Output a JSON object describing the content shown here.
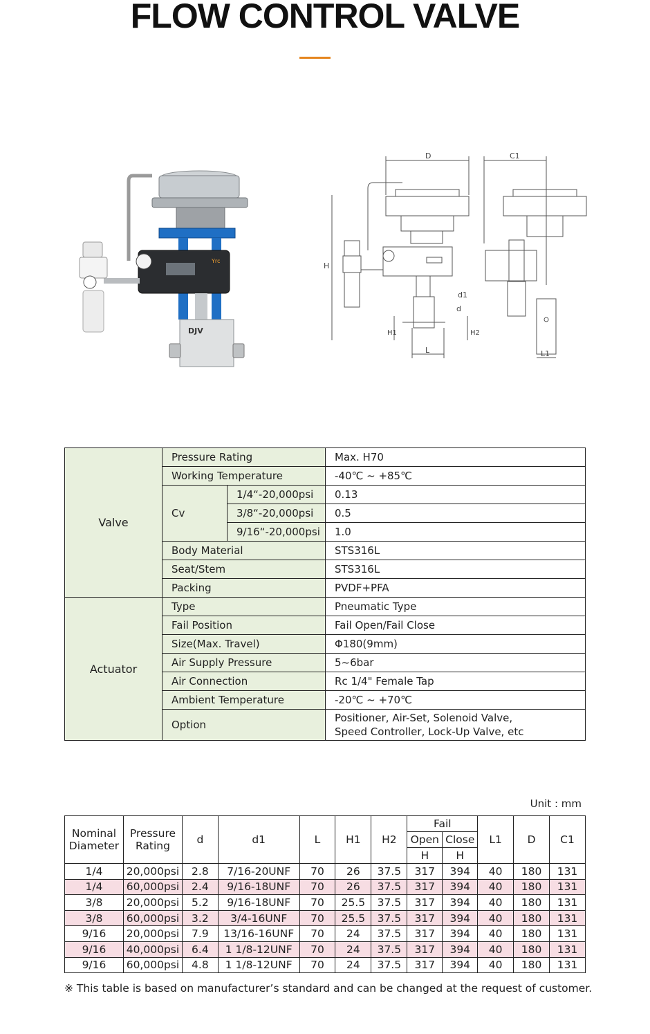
{
  "page": {
    "title": "FLOW CONTROL VALVE",
    "accent_color": "#e5851e",
    "photo_labels": {
      "brand": "DJV",
      "positioner_brand": "Yrc"
    },
    "drawing_labels": {
      "d": "D",
      "c1": "C1",
      "h": "H",
      "d1": "d1",
      "small_d": "d",
      "h1": "H1",
      "h2": "H2",
      "l": "L",
      "l1": "L1"
    }
  },
  "spec": {
    "groups": [
      {
        "name": "Valve",
        "rows": [
          {
            "label": "Pressure Rating",
            "value": "Max. H70"
          },
          {
            "label": "Working Temperature",
            "value": "-40℃ ~ +85℃"
          },
          {
            "label": "Cv",
            "subrows": [
              {
                "label": "1/4“-20,000psi",
                "value": "0.13"
              },
              {
                "label": "3/8“-20,000psi",
                "value": "0.5"
              },
              {
                "label": "9/16“-20,000psi",
                "value": "1.0"
              }
            ]
          },
          {
            "label": "Body Material",
            "value": "STS316L"
          },
          {
            "label": "Seat/Stem",
            "value": "STS316L"
          },
          {
            "label": "Packing",
            "value": "PVDF+PFA"
          }
        ]
      },
      {
        "name": "Actuator",
        "rows": [
          {
            "label": "Type",
            "value": "Pneumatic Type"
          },
          {
            "label": "Fail Position",
            "value": "Fail Open/Fail Close"
          },
          {
            "label": "Size(Max. Travel)",
            "value": "Φ180(9mm)"
          },
          {
            "label": "Air Supply Pressure",
            "value": "5~6bar"
          },
          {
            "label": "Air Connection",
            "value": "Rc 1/4\" Female Tap"
          },
          {
            "label": "Ambient Temperature",
            "value": "-20℃ ~ +70℃"
          },
          {
            "label": "Option",
            "value_lines": [
              "Positioner, Air-Set, Solenoid Valve,",
              "Speed Controller, Lock-Up Valve, etc"
            ]
          }
        ]
      }
    ]
  },
  "dimensions": {
    "unit": "Unit : mm",
    "headers": {
      "nominal": [
        "Nominal",
        "Diameter"
      ],
      "pressure": [
        "Pressure",
        "Rating"
      ],
      "d": "d",
      "d1": "d1",
      "l": "L",
      "h1": "H1",
      "h2": "H2",
      "fail": "Fail",
      "open": "Open",
      "close": "Close",
      "h": "H",
      "l1": "L1",
      "dd": "D",
      "c1": "C1"
    },
    "rows": [
      [
        "1/4",
        "20,000psi",
        "2.8",
        "7/16-20UNF",
        "70",
        "26",
        "37.5",
        "317",
        "394",
        "40",
        "180",
        "131"
      ],
      [
        "1/4",
        "60,000psi",
        "2.4",
        "9/16-18UNF",
        "70",
        "26",
        "37.5",
        "317",
        "394",
        "40",
        "180",
        "131"
      ],
      [
        "3/8",
        "20,000psi",
        "5.2",
        "9/16-18UNF",
        "70",
        "25.5",
        "37.5",
        "317",
        "394",
        "40",
        "180",
        "131"
      ],
      [
        "3/8",
        "60,000psi",
        "3.2",
        "3/4-16UNF",
        "70",
        "25.5",
        "37.5",
        "317",
        "394",
        "40",
        "180",
        "131"
      ],
      [
        "9/16",
        "20,000psi",
        "7.9",
        "13/16-16UNF",
        "70",
        "24",
        "37.5",
        "317",
        "394",
        "40",
        "180",
        "131"
      ],
      [
        "9/16",
        "40,000psi",
        "6.4",
        "1 1/8-12UNF",
        "70",
        "24",
        "37.5",
        "317",
        "394",
        "40",
        "180",
        "131"
      ],
      [
        "9/16",
        "60,000psi",
        "4.8",
        "1 1/8-12UNF",
        "70",
        "24",
        "37.5",
        "317",
        "394",
        "40",
        "180",
        "131"
      ]
    ],
    "note": "※ This table is based on manufacturer’s standard and can be changed at the request of customer."
  }
}
